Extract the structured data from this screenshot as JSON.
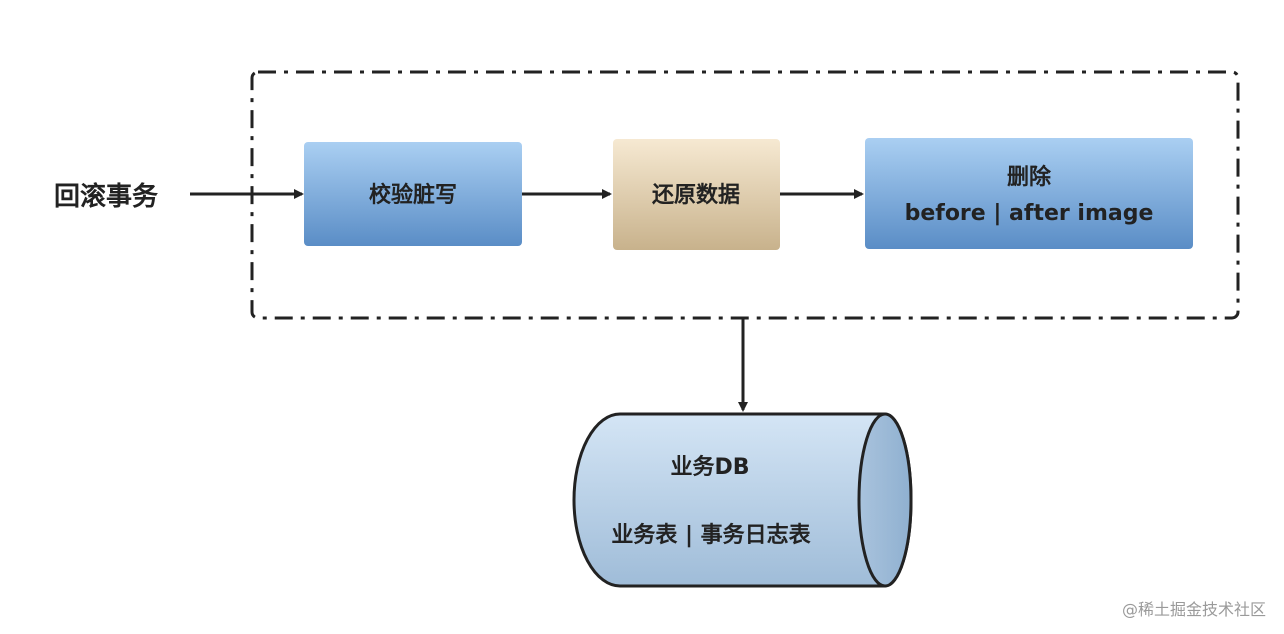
{
  "diagram": {
    "start_label": "回滚事务",
    "steps": [
      {
        "label": "校验脏写"
      },
      {
        "label": "还原数据"
      },
      {
        "label_line1": "删除",
        "label_line2": "before | after image"
      }
    ],
    "database": {
      "title": "业务DB",
      "subtitle": "业务表 | 事务日志表"
    }
  },
  "watermark": "@稀土掘金技术社区",
  "colors": {
    "blue_box_top": "#a9cdf0",
    "blue_box_bottom": "#5c8fc8",
    "tan_box_top": "#f5e6cc",
    "tan_box_bottom": "#c9b48f",
    "cylinder_fill": "#b9d0e6",
    "stroke": "#222222"
  }
}
